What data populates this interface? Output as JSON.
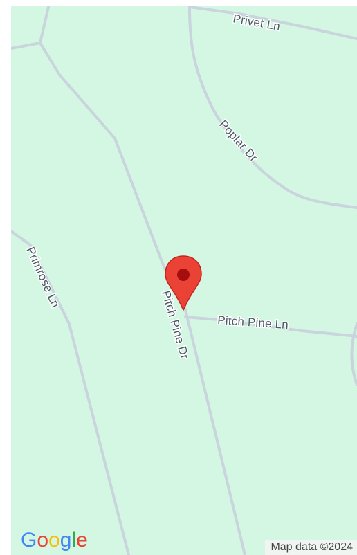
{
  "map": {
    "roads": {
      "privet": "Privet Ln",
      "poplar": "Poplar Dr",
      "primrose": "Primrose Ln",
      "pitch_pine_dr": "Pitch Pine Dr",
      "pitch_pine_ln": "Pitch Pine Ln"
    },
    "marker_icon": "map-pin-icon",
    "attribution": "Map data ©2024",
    "logo": {
      "letters": [
        "G",
        "o",
        "o",
        "g",
        "l",
        "e"
      ]
    },
    "colors": {
      "land": "#d4f7e4",
      "road": "#c9d4dc",
      "marker": "#ea4335",
      "marker_dot": "#a50e0e"
    }
  }
}
